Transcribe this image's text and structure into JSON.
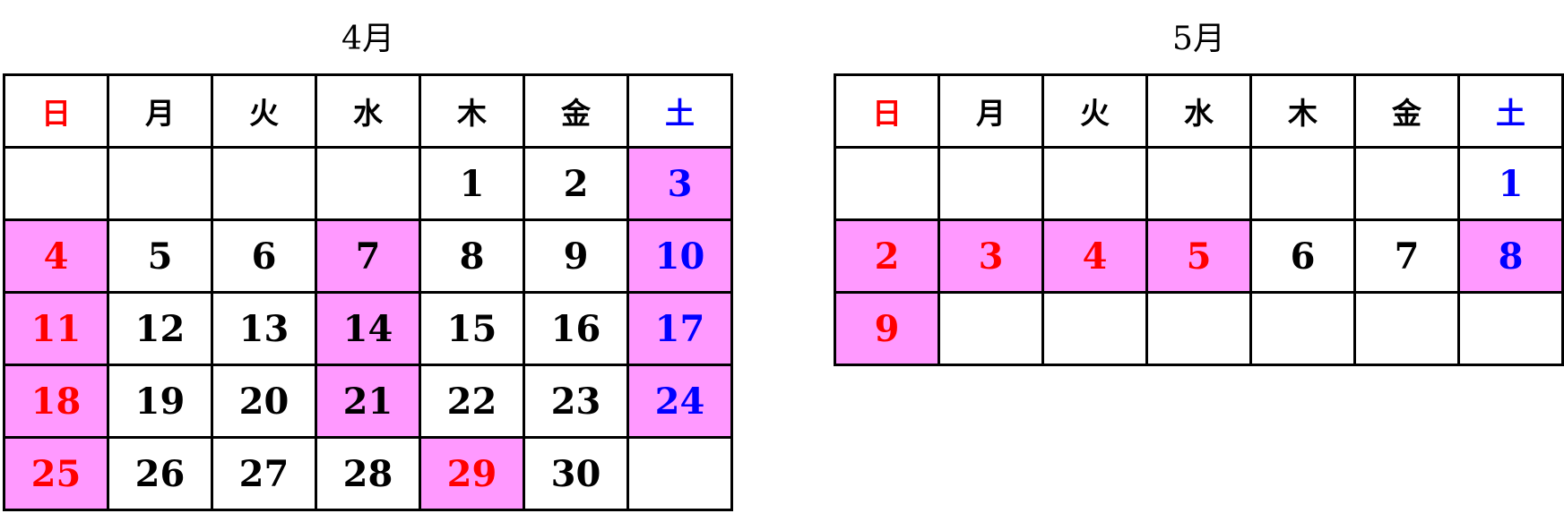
{
  "colors": {
    "holiday_fill": "#ff99ff",
    "sunday": "#ff0000",
    "saturday": "#0000ff",
    "weekday": "#000000"
  },
  "calendars": [
    {
      "id": "april",
      "title": "4月",
      "weekdays": [
        "日",
        "月",
        "火",
        "水",
        "木",
        "金",
        "土"
      ],
      "weeks": [
        [
          null,
          null,
          null,
          null,
          "1",
          "2",
          "3"
        ],
        [
          "4",
          "5",
          "6",
          "7",
          "8",
          "9",
          "10"
        ],
        [
          "11",
          "12",
          "13",
          "14",
          "15",
          "16",
          "17"
        ],
        [
          "18",
          "19",
          "20",
          "21",
          "22",
          "23",
          "24"
        ],
        [
          "25",
          "26",
          "27",
          "28",
          "29",
          "30",
          null
        ]
      ],
      "highlighted": [
        "3",
        "4",
        "7",
        "10",
        "11",
        "14",
        "17",
        "18",
        "21",
        "24",
        "25",
        "29"
      ],
      "red_days": [
        "4",
        "11",
        "18",
        "25",
        "29"
      ],
      "blue_days": [
        "3",
        "10",
        "17",
        "24"
      ]
    },
    {
      "id": "may",
      "title": "5月",
      "weekdays": [
        "日",
        "月",
        "火",
        "水",
        "木",
        "金",
        "土"
      ],
      "weeks": [
        [
          null,
          null,
          null,
          null,
          null,
          null,
          "1"
        ],
        [
          "2",
          "3",
          "4",
          "5",
          "6",
          "7",
          "8"
        ],
        [
          "9",
          null,
          null,
          null,
          null,
          null,
          null
        ]
      ],
      "highlighted": [
        "2",
        "3",
        "4",
        "5",
        "8",
        "9"
      ],
      "red_days": [
        "2",
        "3",
        "4",
        "5",
        "9"
      ],
      "blue_days": [
        "1",
        "8"
      ]
    }
  ]
}
